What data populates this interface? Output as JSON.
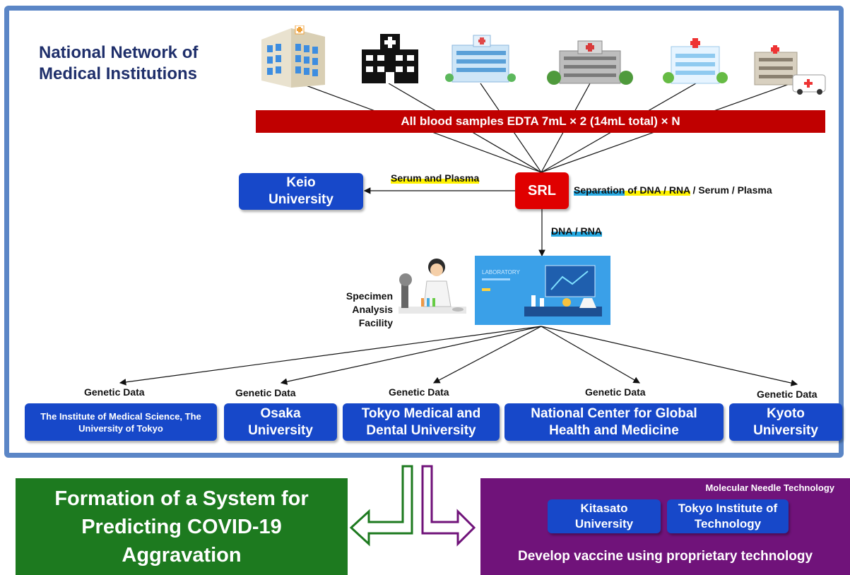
{
  "title": [
    "National Network of",
    "Medical Institutions"
  ],
  "blood_bar": "All blood samples EDTA 7mL × 2 (14mL total) × N",
  "srl": "SRL",
  "keio": "Keio University",
  "serum_plasma": "Serum and Plasma",
  "separation": {
    "part1": "Separation",
    "part2": " of DNA / RNA",
    "part3": " / Serum / Plasma"
  },
  "dna_rna": "DNA / RNA",
  "facility": [
    "Specimen",
    "Analysis",
    "Facility"
  ],
  "laboratory_label": "LABORATORY",
  "genetic_data_label": "Genetic Data",
  "institutions": [
    {
      "name": "The Institute of Medical Science, The University of Tokyo"
    },
    {
      "name": "Osaka University"
    },
    {
      "name": "Tokyo Medical and Dental University"
    },
    {
      "name": "National Center for Global Health and Medicine"
    },
    {
      "name": "Kyoto University"
    }
  ],
  "prediction_box": "Formation of a System for Predicting COVID-19 Aggravation",
  "vaccine": {
    "header": "Molecular Needle Technology",
    "partners": [
      "Kitasato University",
      "Tokyo Institute of Technology"
    ],
    "footer": "Develop vaccine using proprietary technology"
  },
  "icons": [
    "hospital-icon",
    "hospital-icon",
    "hospital-icon",
    "hospital-icon",
    "hospital-icon",
    "hospital-ambulance-icon",
    "scientist-icon",
    "laboratory-icon"
  ],
  "colors": {
    "frame": "#5b86c6",
    "bar": "#c00000",
    "srl": "#e00000",
    "institution": "#1748c9",
    "green": "#1d7a1f",
    "purple": "#70137a",
    "highlight_yellow": "#fff200",
    "highlight_blue": "#27a9e1",
    "highlight_pink": "#ea3fd2"
  }
}
